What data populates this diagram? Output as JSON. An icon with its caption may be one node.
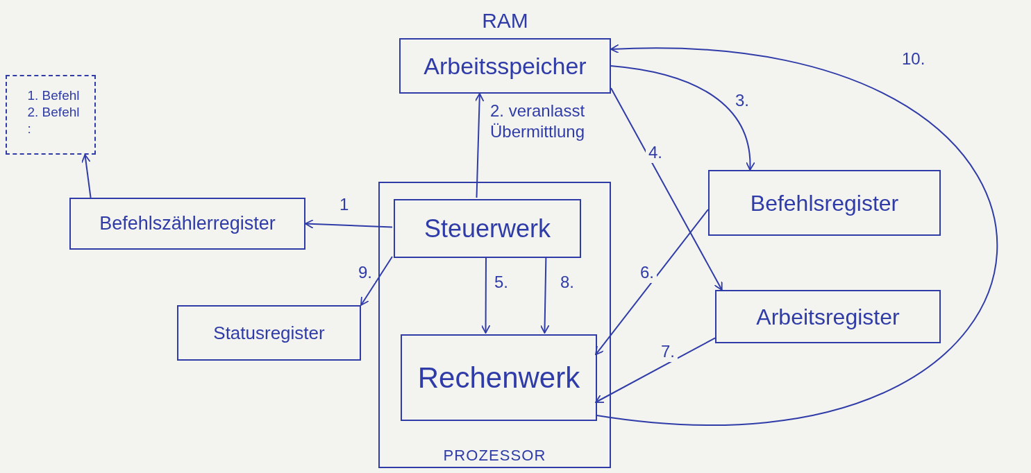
{
  "diagram": {
    "nodes": [
      {
        "text": [
          "RAM",
          "Arbeitsspeicher"
        ]
      },
      {
        "text": [
          "PROZESSOR"
        ]
      },
      {
        "text": [
          "Steuerwerk"
        ],
        "in": 1
      },
      {
        "text": [
          "Rechenwerk"
        ],
        "in": 1
      },
      {
        "text": [
          "Befehlszählerregister"
        ]
      },
      {
        "text": [
          "Statusregister"
        ]
      },
      {
        "text": [
          "Befehlsregister"
        ]
      },
      {
        "text": [
          "Arbeitsregister"
        ]
      },
      {
        "text": [
          "1. Befehl",
          "2. Befehl",
          ":"
        ]
      }
    ],
    "edges": [
      {
        "from": 2,
        "to": 4,
        "arrow": "to",
        "label": "1"
      },
      {
        "from": 4,
        "to": 8,
        "arrow": "to"
      },
      {
        "from": 2,
        "to": 0,
        "arrow": "to",
        "label": "2. veranlasst Übermittlung"
      },
      {
        "from": 0,
        "to": 6,
        "arrow": "to",
        "label": "3."
      },
      {
        "from": 0,
        "to": 7,
        "arrow": "to",
        "label": "4."
      },
      {
        "from": 2,
        "to": 3,
        "arrow": "to",
        "label": "5."
      },
      {
        "from": 6,
        "to": 3,
        "arrow": "to",
        "label": "6."
      },
      {
        "from": 7,
        "to": 3,
        "arrow": "to",
        "label": "7."
      },
      {
        "from": 2,
        "to": 3,
        "arrow": "to",
        "label": "8."
      },
      {
        "from": 2,
        "to": 5,
        "arrow": "to",
        "label": "9."
      },
      {
        "from": 3,
        "to": 0,
        "arrow": "to",
        "label": "10."
      }
    ]
  }
}
